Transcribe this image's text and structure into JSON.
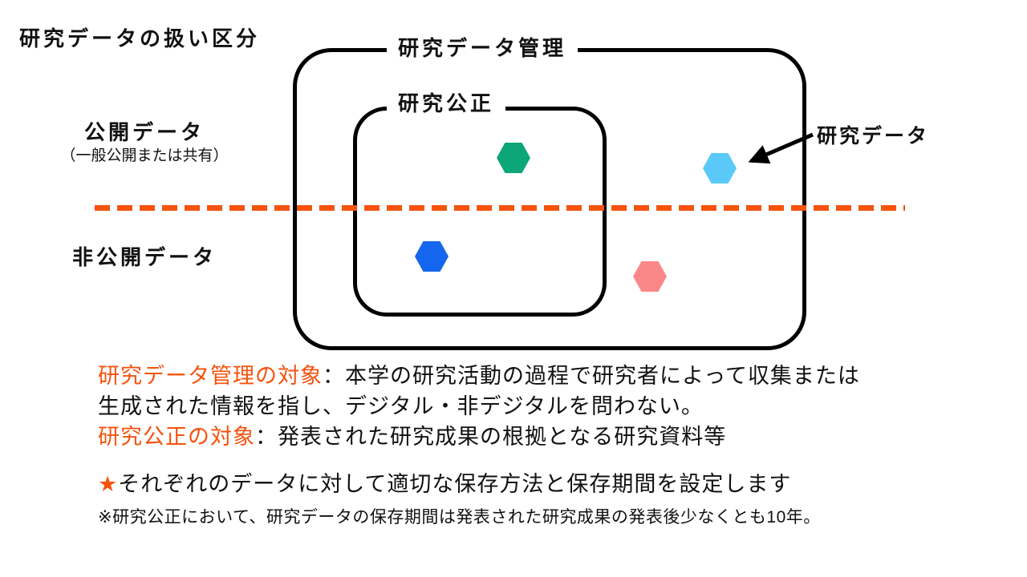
{
  "accent_color": "#f4530e",
  "title": "研究データの扱い区分",
  "diagram": {
    "outer_box_label": "研究データ管理",
    "inner_box_label": "研究公正",
    "row_labels": {
      "public": "公開データ",
      "public_sub": "（一般公開または共有）",
      "private": "非公開データ"
    },
    "pointer_label": "研究データ",
    "divider_color": "#f4530e",
    "hexagons": [
      {
        "name": "green-hexagon",
        "color": "#0ca678",
        "region": "研究公正・公開データ"
      },
      {
        "name": "lightblue-hexagon",
        "color": "#5bc9f8",
        "region": "研究データ管理・公開データ"
      },
      {
        "name": "blue-hexagon",
        "color": "#1566ee",
        "region": "研究公正・非公開データ"
      },
      {
        "name": "pink-hexagon",
        "color": "#fb8888",
        "region": "研究データ管理・非公開データ"
      }
    ]
  },
  "notes": {
    "line1_highlight": "研究データ管理の対象",
    "line1_rest": "：本学の研究活動の過程で研究者によって収集または",
    "line2": "生成された情報を指し、デジタル・非デジタルを問わない。",
    "line3_highlight": "研究公正の対象",
    "line3_rest": "：発表された研究成果の根拠となる研究資料等",
    "star": "★",
    "line4": "それぞれのデータに対して適切な保存方法と保存期間を設定します",
    "line5": "※研究公正において、研究データの保存期間は発表された研究成果の発表後少なくとも10年。"
  }
}
